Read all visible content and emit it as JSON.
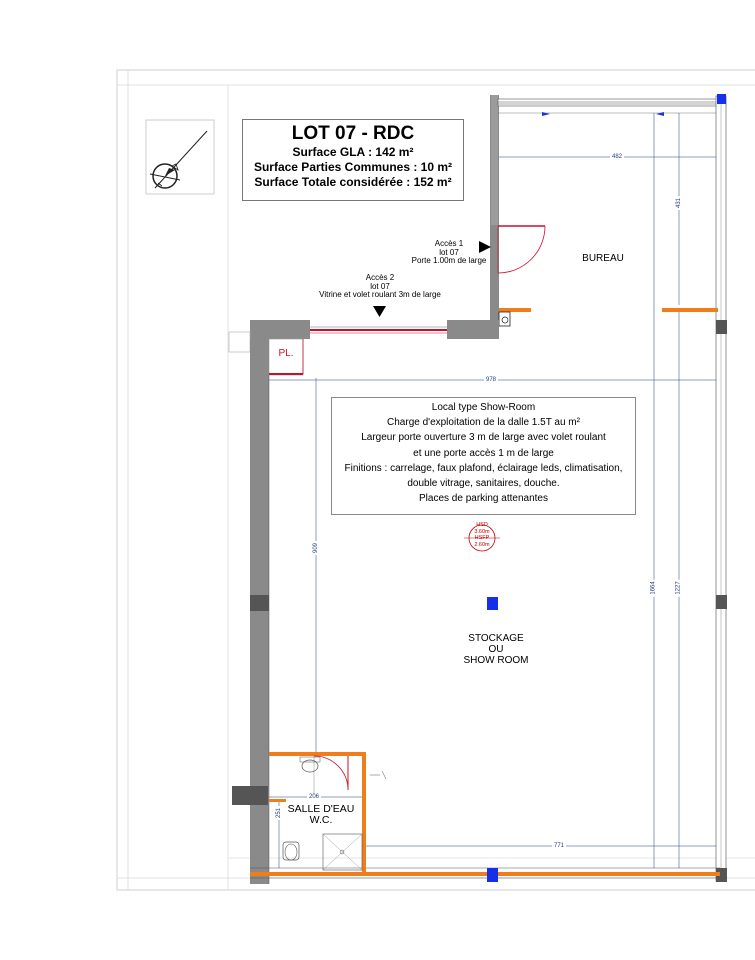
{
  "title": {
    "line1": "LOT 07 - RDC",
    "line2": "Surface GLA : 142 m²",
    "line3": "Surface Parties Communes : 10 m²",
    "line4": "Surface Totale considérée : 152 m²"
  },
  "access1": {
    "l1": "Accès 1",
    "l2": "lot 07",
    "l3": "Porte 1.00m de large"
  },
  "access2": {
    "l1": "Accès 2",
    "l2": "lot 07",
    "l3": "Vitrine et volet roulant  3m de large"
  },
  "rooms": {
    "bureau": "BUREAU",
    "pl": "PL.",
    "stockage1": "STOCKAGE",
    "stockage2": "OU",
    "stockage3": "SHOW ROOM",
    "salle1": "SALLE D'EAU",
    "salle2": "W.C."
  },
  "description": [
    "Local type Show-Room",
    "Charge d'exploitation de la dalle 1.5T au m²",
    "Largeur porte ouverture 3 m de large avec volet roulant",
    "et une porte accès  1 m de large",
    "Finitions : carrelage, faux plafond, éclairage leds, climatisation,",
    "double vitrage, sanitaires, douche.",
    "Places de parking attenantes"
  ],
  "heights": {
    "l1": "HSD",
    "l2": "3.60m",
    "l3": "HSFP",
    "l4": "2.60m"
  },
  "dimensions": {
    "d482": "482",
    "d431": "431",
    "d978": "978",
    "d909": "909",
    "d1664": "1664",
    "d1227": "1227",
    "d206": "206",
    "d251": "251",
    "d771": "771"
  },
  "colors": {
    "wall": "#8a8a8a",
    "orange_wall": "#f07c1c",
    "red_line": "#c8102e",
    "pillar": "#1530e6",
    "dimension": "#233a8c"
  }
}
